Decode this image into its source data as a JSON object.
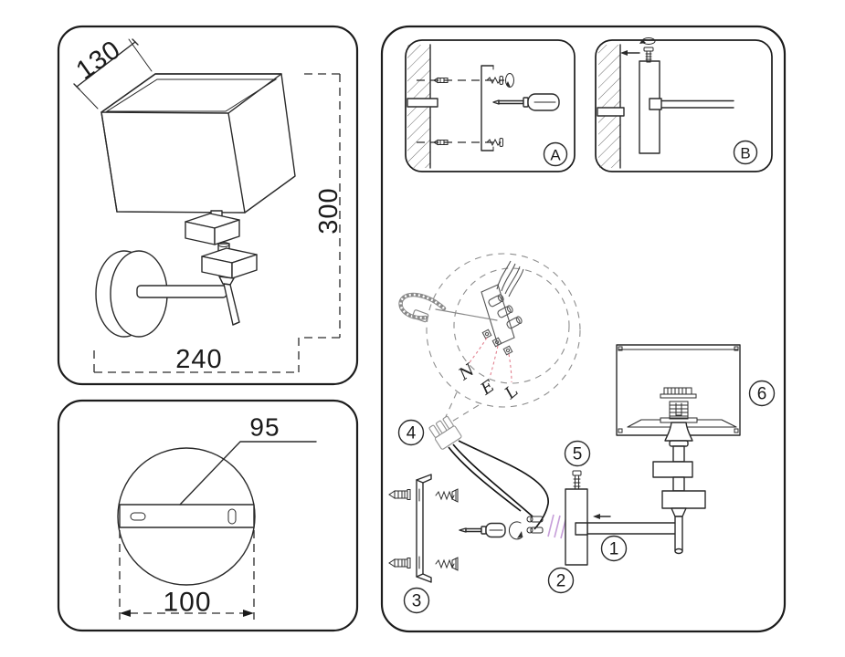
{
  "colors": {
    "line": "#2a2a2a",
    "background": "#ffffff",
    "wire_hatch_purple": "#c79fd9",
    "leader_pink": "#e2808f"
  },
  "side_view_panel": {
    "dim_shade_depth": "130",
    "dim_total_height": "300",
    "dim_total_width": "240"
  },
  "back_plate_panel": {
    "dim_bracket_length": "95",
    "dim_plate_diameter": "100"
  },
  "installation_panel": {
    "steps": [
      {
        "label": "A"
      },
      {
        "label": "B"
      }
    ],
    "parts": [
      "1",
      "2",
      "3",
      "4",
      "5",
      "6"
    ],
    "wire_labels": {
      "neutral": "N",
      "earth": "E",
      "live": "L"
    }
  }
}
